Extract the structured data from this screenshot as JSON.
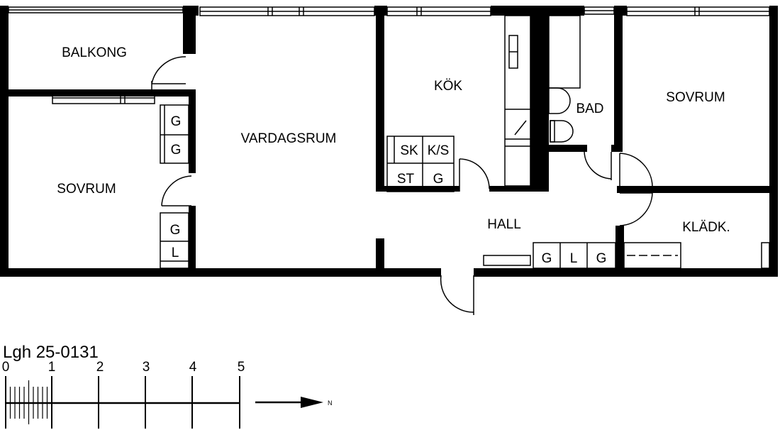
{
  "plan": {
    "apartment_id": "Lgh 25-0131",
    "rooms": {
      "balkong": "BALKONG",
      "sovrum_left": "SOVRUM",
      "vardagsrum": "VARDAGSRUM",
      "kok": "KÖK",
      "bad": "BAD",
      "sovrum_right": "SOVRUM",
      "hall": "HALL",
      "kladk": "KLÄDK."
    },
    "cabinets": {
      "g1": "G",
      "g2": "G",
      "g3": "G",
      "l1": "L",
      "sk": "SK",
      "ks": "K/S",
      "st": "ST",
      "g4": "G",
      "g5": "G",
      "l2": "L",
      "g6": "G"
    },
    "scale": {
      "ticks": [
        "0",
        "1",
        "2",
        "3",
        "4",
        "5"
      ]
    },
    "north_label": "N"
  }
}
